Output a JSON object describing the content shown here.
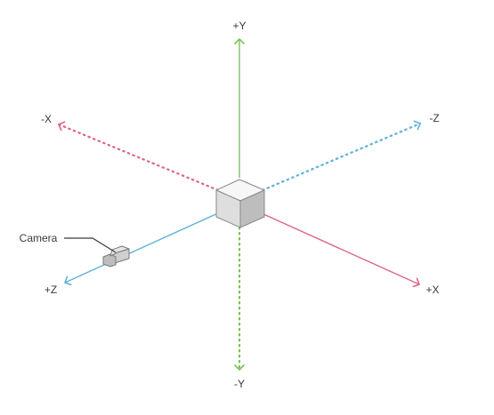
{
  "axes": {
    "pos_y": {
      "label": "+Y",
      "color": "#7cc35a"
    },
    "neg_y": {
      "label": "-Y",
      "color": "#7cc35a"
    },
    "pos_x": {
      "label": "+X",
      "color": "#e0628e"
    },
    "neg_x": {
      "label": "-X",
      "color": "#e0628e"
    },
    "pos_z": {
      "label": "+Z",
      "color": "#5fb0d8"
    },
    "neg_z": {
      "label": "-Z",
      "color": "#5fb0d8"
    }
  },
  "camera": {
    "label": "Camera",
    "icon": "camera-icon"
  },
  "origin": {
    "icon": "cube-icon"
  }
}
